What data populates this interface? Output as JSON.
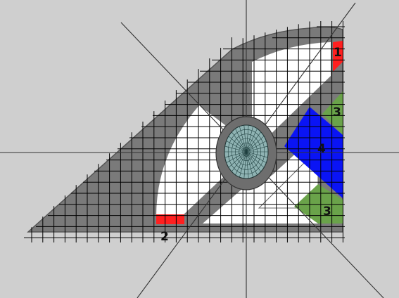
{
  "diagram": {
    "background_color": "#cfcfcf",
    "section_fill_color": "#7a7a7a",
    "void_color": "#ffffff",
    "grid_line_color": "#000000",
    "labels": [
      {
        "id": "region-1",
        "text": "1",
        "color": "#ff1f1f"
      },
      {
        "id": "region-2",
        "text": "2",
        "color": "#ff1f1f"
      },
      {
        "id": "region-3-upper",
        "text": "3",
        "color": "#6aa34a"
      },
      {
        "id": "region-4",
        "text": "4",
        "color": "#0a14f5"
      },
      {
        "id": "region-3-lower",
        "text": "3",
        "color": "#6aa34a"
      }
    ],
    "hub": {
      "outer_ring_color": "#6e6e6e",
      "core_color": "#8fb3b3"
    }
  }
}
